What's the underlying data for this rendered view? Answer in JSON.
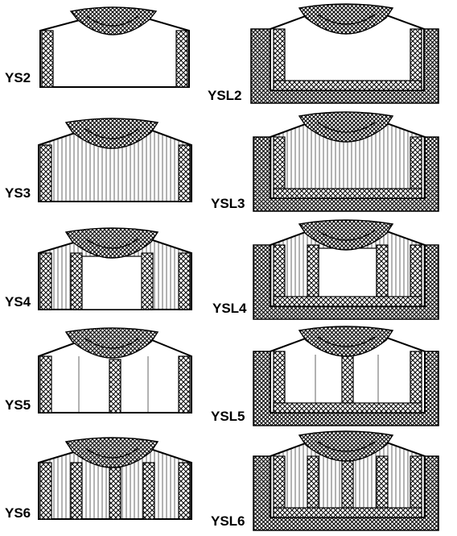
{
  "colors": {
    "ink": "#000000",
    "paper": "#ffffff"
  },
  "icons": {
    "yoke_plain": "yoke-plain-icon",
    "yoke_lace": "yoke-lace-trimmed-icon"
  },
  "items": [
    {
      "code": "YS2",
      "trim": "plain"
    },
    {
      "code": "YSL2",
      "trim": "lace"
    },
    {
      "code": "YS3",
      "trim": "plain"
    },
    {
      "code": "YSL3",
      "trim": "lace"
    },
    {
      "code": "YS4",
      "trim": "plain"
    },
    {
      "code": "YSL4",
      "trim": "lace"
    },
    {
      "code": "YS5",
      "trim": "plain"
    },
    {
      "code": "YSL5",
      "trim": "lace"
    },
    {
      "code": "YS6",
      "trim": "plain"
    },
    {
      "code": "YSL6",
      "trim": "lace"
    }
  ]
}
